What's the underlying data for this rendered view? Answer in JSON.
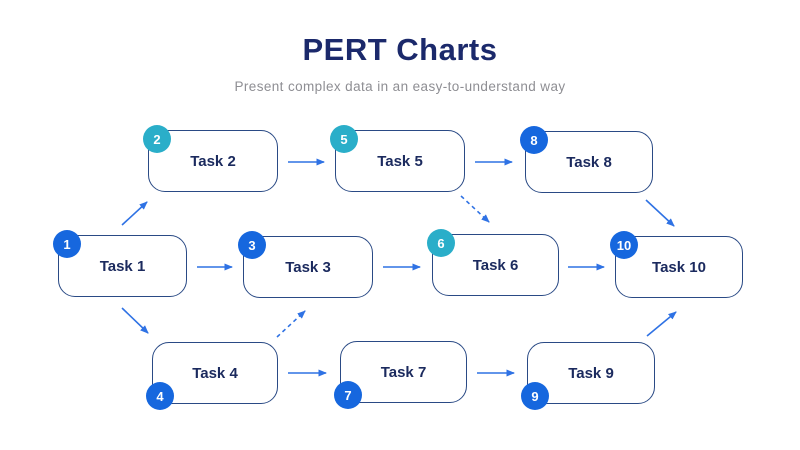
{
  "header": {
    "title": "PERT Charts",
    "subtitle": "Present complex data in an easy-to-understand way"
  },
  "colors": {
    "title": "#1b296b",
    "subtitle": "#8e8e93",
    "box_border": "#2a4a85",
    "box_text": "#1b2a5e",
    "badge_blue": "#1667de",
    "badge_teal": "#2aaec9",
    "arrow": "#2f72e4",
    "background": "#ffffff"
  },
  "nodes": [
    {
      "id": 1,
      "label": "Task 1",
      "badge": "1",
      "badge_color": "blue",
      "badge_position": "top-left"
    },
    {
      "id": 2,
      "label": "Task 2",
      "badge": "2",
      "badge_color": "teal",
      "badge_position": "top-left"
    },
    {
      "id": 3,
      "label": "Task 3",
      "badge": "3",
      "badge_color": "blue",
      "badge_position": "top-left"
    },
    {
      "id": 4,
      "label": "Task 4",
      "badge": "4",
      "badge_color": "blue",
      "badge_position": "bottom-left"
    },
    {
      "id": 5,
      "label": "Task 5",
      "badge": "5",
      "badge_color": "teal",
      "badge_position": "top-left"
    },
    {
      "id": 6,
      "label": "Task 6",
      "badge": "6",
      "badge_color": "teal",
      "badge_position": "top-left"
    },
    {
      "id": 7,
      "label": "Task 7",
      "badge": "7",
      "badge_color": "blue",
      "badge_position": "bottom-left"
    },
    {
      "id": 8,
      "label": "Task 8",
      "badge": "8",
      "badge_color": "blue",
      "badge_position": "top-left"
    },
    {
      "id": 9,
      "label": "Task 9",
      "badge": "9",
      "badge_color": "blue",
      "badge_position": "bottom-left"
    },
    {
      "id": 10,
      "label": "Task 10",
      "badge": "10",
      "badge_color": "blue",
      "badge_position": "top-left"
    }
  ],
  "edges": [
    {
      "from": 1,
      "to": 2,
      "style": "solid"
    },
    {
      "from": 1,
      "to": 3,
      "style": "solid"
    },
    {
      "from": 1,
      "to": 4,
      "style": "solid"
    },
    {
      "from": 2,
      "to": 5,
      "style": "solid"
    },
    {
      "from": 5,
      "to": 8,
      "style": "solid"
    },
    {
      "from": 5,
      "to": 6,
      "style": "dashed"
    },
    {
      "from": 3,
      "to": 6,
      "style": "solid"
    },
    {
      "from": 4,
      "to": 3,
      "style": "dashed"
    },
    {
      "from": 4,
      "to": 7,
      "style": "solid"
    },
    {
      "from": 7,
      "to": 9,
      "style": "solid"
    },
    {
      "from": 6,
      "to": 10,
      "style": "solid"
    },
    {
      "from": 8,
      "to": 10,
      "style": "solid"
    },
    {
      "from": 9,
      "to": 10,
      "style": "solid"
    }
  ]
}
